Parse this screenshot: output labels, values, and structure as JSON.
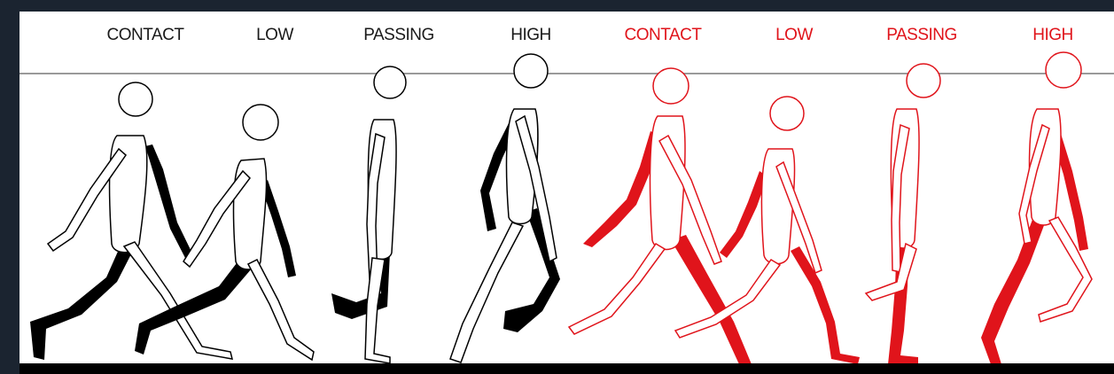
{
  "labels": {
    "contact_1": "CONTACT",
    "low_1": "LOW",
    "passing_1": "PASSING",
    "high_1": "HIGH",
    "contact_2": "CONTACT",
    "low_2": "LOW",
    "passing_2": "PASSING",
    "high_2": "HIGH"
  },
  "colors": {
    "background": "#1b2430",
    "sheet": "#ffffff",
    "black_set": "#1a1a1a",
    "red_set": "#e0141b",
    "horizon": "#9a9a9a",
    "ground": "#000000"
  }
}
